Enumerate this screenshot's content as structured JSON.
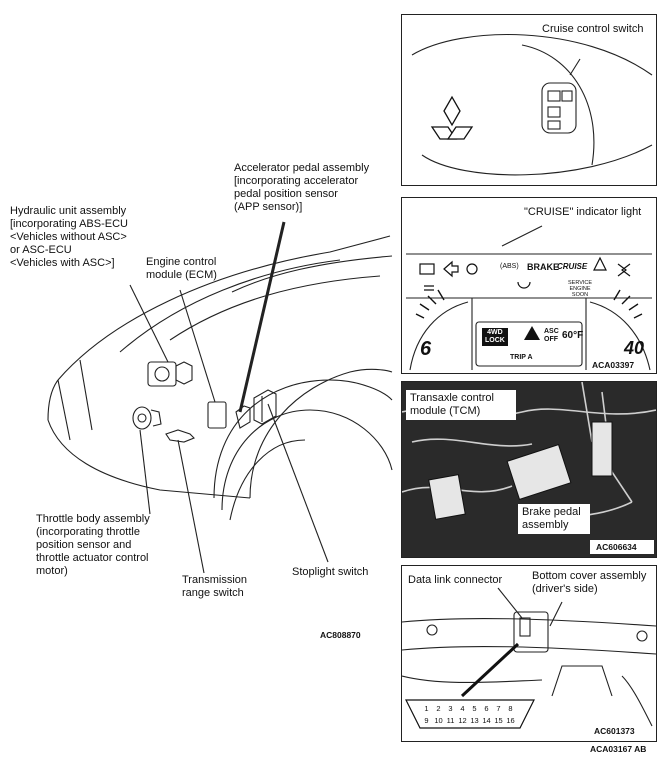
{
  "main": {
    "labels": {
      "accelerator": "Accelerator pedal assembly\n[incorporating accelerator\npedal position sensor\n(APP sensor)]",
      "hydraulic": "Hydraulic unit assembly\n[incorporating ABS-ECU\n<Vehicles without ASC>\nor ASC-ECU\n<Vehicles with ASC>]",
      "ecm": "Engine control\nmodule (ECM)",
      "throttle": "Throttle body assembly\n(incorporating throttle\nposition sensor and\nthrottle actuator control\nmotor)",
      "transmission": "Transmission\nrange switch",
      "stoplight": "Stoplight switch"
    },
    "code": "AC808870"
  },
  "panels": {
    "cruise_switch": {
      "label": "Cruise control switch"
    },
    "cluster": {
      "label": "\"CRUISE\" indicator light",
      "code": "ACA03397",
      "brake": "BRAKE",
      "cruise": "CRUISE",
      "service": "SERVICE\nENGINE\nSOON",
      "abs": "(ABS)",
      "lock": "4WD\nLOCK",
      "asc": "ASC\nOFF",
      "temp": "60°F",
      "trip": "TRIP A",
      "num_left": "6",
      "num_right": "40"
    },
    "tcm": {
      "label_tcm": "Transaxle control\nmodule (TCM)",
      "label_brake": "Brake pedal\nassembly",
      "code": "AC606634"
    },
    "dlc": {
      "label_dlc": "Data link connector",
      "label_cover": "Bottom cover assembly\n(driver's side)",
      "code": "AC601373",
      "pins_top": [
        "1",
        "2",
        "3",
        "4",
        "5",
        "6",
        "7",
        "8"
      ],
      "pins_bottom": [
        "9",
        "10",
        "11",
        "12",
        "13",
        "14",
        "15",
        "16"
      ]
    }
  },
  "figure_code": "ACA03167 AB"
}
